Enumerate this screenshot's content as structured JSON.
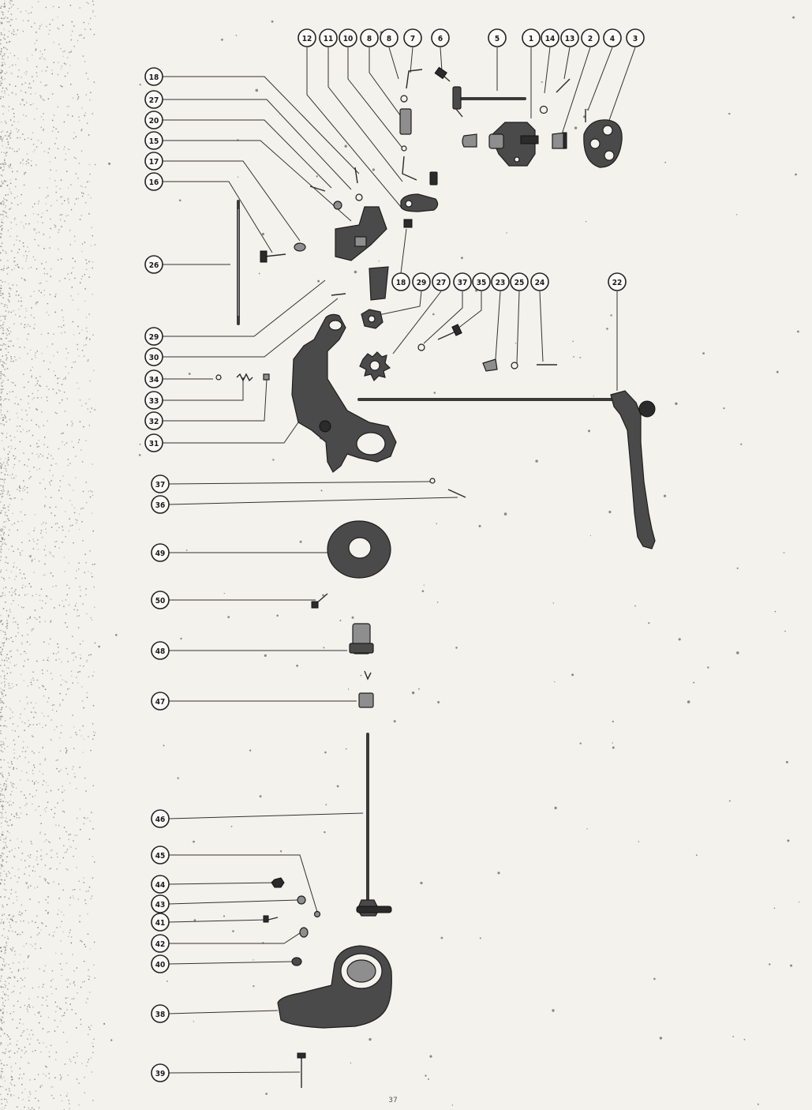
{
  "callouts": [
    {
      "id": "c1",
      "label": "1"
    },
    {
      "id": "c14",
      "label": "14"
    },
    {
      "id": "c13",
      "label": "13"
    },
    {
      "id": "c2",
      "label": "2"
    },
    {
      "id": "c4",
      "label": "4"
    },
    {
      "id": "c3",
      "label": "3"
    },
    {
      "id": "c5",
      "label": "5"
    },
    {
      "id": "c6",
      "label": "6"
    },
    {
      "id": "c7",
      "label": "7"
    },
    {
      "id": "c8a",
      "label": "8"
    },
    {
      "id": "c8b",
      "label": "8"
    },
    {
      "id": "c10",
      "label": "10"
    },
    {
      "id": "c11",
      "label": "11"
    },
    {
      "id": "c12",
      "label": "12"
    },
    {
      "id": "c18a",
      "label": "18"
    },
    {
      "id": "c27a",
      "label": "27"
    },
    {
      "id": "c20",
      "label": "20"
    },
    {
      "id": "c15",
      "label": "15"
    },
    {
      "id": "c17a",
      "label": "17"
    },
    {
      "id": "c16",
      "label": "16"
    },
    {
      "id": "c26",
      "label": "26"
    },
    {
      "id": "c18b",
      "label": "18"
    },
    {
      "id": "c29a",
      "label": "29"
    },
    {
      "id": "c27b",
      "label": "27"
    },
    {
      "id": "c37a",
      "label": "37"
    },
    {
      "id": "c35",
      "label": "35"
    },
    {
      "id": "c23",
      "label": "23"
    },
    {
      "id": "c25",
      "label": "25"
    },
    {
      "id": "c24",
      "label": "24"
    },
    {
      "id": "c22",
      "label": "22"
    },
    {
      "id": "c29b",
      "label": "29"
    },
    {
      "id": "c30",
      "label": "30"
    },
    {
      "id": "c34",
      "label": "34"
    },
    {
      "id": "c33",
      "label": "33"
    },
    {
      "id": "c32",
      "label": "32"
    },
    {
      "id": "c31",
      "label": "31"
    },
    {
      "id": "c37b",
      "label": "37"
    },
    {
      "id": "c36",
      "label": "36"
    },
    {
      "id": "c49",
      "label": "49"
    },
    {
      "id": "c50",
      "label": "50"
    },
    {
      "id": "c48",
      "label": "48"
    },
    {
      "id": "c47",
      "label": "47"
    },
    {
      "id": "c46",
      "label": "46"
    },
    {
      "id": "c45",
      "label": "45"
    },
    {
      "id": "c44",
      "label": "44"
    },
    {
      "id": "c43",
      "label": "43"
    },
    {
      "id": "c41",
      "label": "41"
    },
    {
      "id": "c42",
      "label": "42"
    },
    {
      "id": "c40",
      "label": "40"
    },
    {
      "id": "c38",
      "label": "38"
    },
    {
      "id": "c39",
      "label": "39"
    }
  ],
  "footer": {
    "page_mark": "37"
  },
  "colors": {
    "paper": "#f4f2ec",
    "ink": "#222222"
  }
}
